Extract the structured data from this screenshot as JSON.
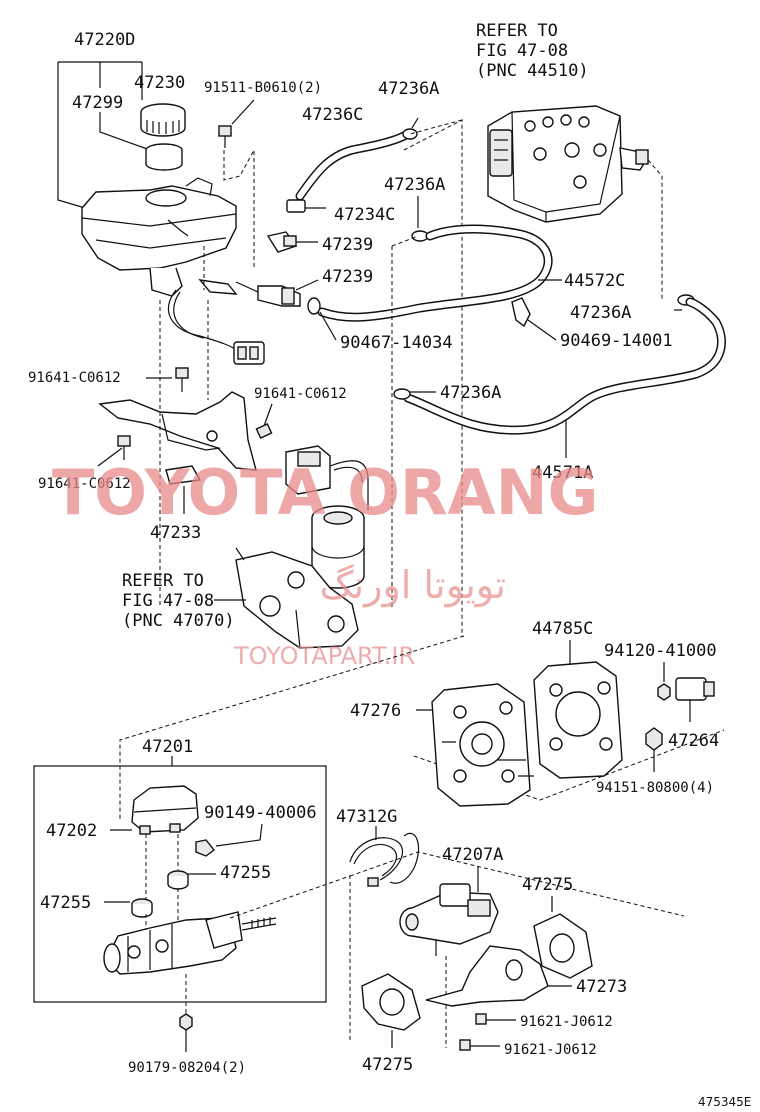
{
  "labels": {
    "p47220D": "47220D",
    "p47230": "47230",
    "p47299": "47299",
    "p91511": "91511-B0610(2)",
    "p47236A_1": "47236A",
    "p47236C": "47236C",
    "refer1_l1": "REFER TO",
    "refer1_l2": "FIG 47-08",
    "refer1_l3": "(PNC 44510)",
    "p47236A_2": "47236A",
    "p47234C": "47234C",
    "p47239_1": "47239",
    "p47239_2": "47239",
    "p44572C": "44572C",
    "p47236A_3": "47236A",
    "p90467": "90467-14034",
    "p90469": "90469-14001",
    "p91641_1": "91641-C0612",
    "p91641_2": "91641-C0612",
    "p47236A_4": "47236A",
    "p91641_3": "91641-C0612",
    "p44571A": "44571A",
    "p47233": "47233",
    "refer2_l1": "REFER TO",
    "refer2_l2": "FIG 47-08",
    "refer2_l3": "(PNC 47070)",
    "p44785C": "44785C",
    "p94120": "94120-41000",
    "p47276": "47276",
    "p47264": "47264",
    "p94151": "94151-80800(4)",
    "p47201": "47201",
    "p47202": "47202",
    "p90149": "90149-40006",
    "p47312G": "47312G",
    "p47207A": "47207A",
    "p47255_1": "47255",
    "p47255_2": "47255",
    "p47275_1": "47275",
    "p47273": "47273",
    "p91621_1": "91621-J0612",
    "p91621_2": "91621-J0612",
    "p90179": "90179-08204(2)",
    "p47275_2": "47275",
    "figure_id": "475345E"
  },
  "watermark": {
    "main": "TOYOTA ORANG",
    "arabic": "تويوتا اورنگ",
    "site": "TOYOTAPART.IR",
    "color": "#e88a8a"
  }
}
